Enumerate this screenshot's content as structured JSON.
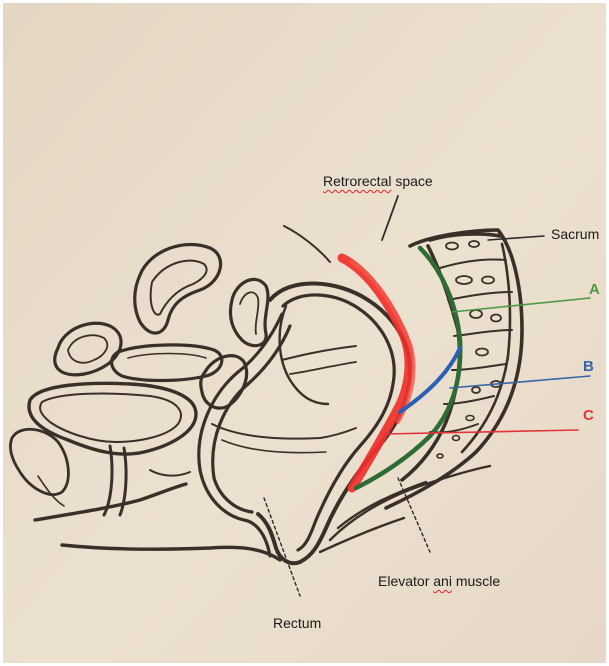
{
  "labels": {
    "retrorectal_space": {
      "word1": "Retrorectal",
      "word2": " space"
    },
    "sacrum": "Sacrum",
    "line_a": "A",
    "line_b": "B",
    "line_c": "C",
    "elevator": {
      "pre": "Elevator ",
      "word": "ani",
      "post": " muscle"
    },
    "rectum": "Rectum"
  },
  "colors": {
    "paper": "#e9dccb",
    "pencil": "#3b2f2a",
    "line_a": "#4a9a44",
    "line_b": "#3565a8",
    "line_c": "#e0333a",
    "red_marker": "#f0302c",
    "green_marker": "#2f6b35",
    "blue_marker": "#2d5fb5"
  }
}
